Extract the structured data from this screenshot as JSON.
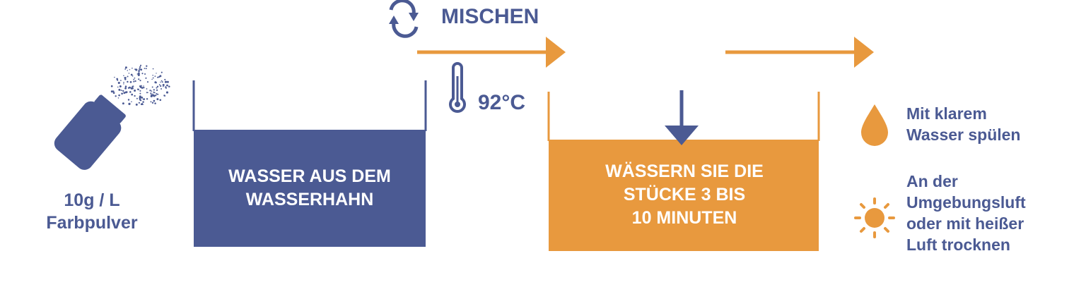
{
  "colors": {
    "blue": "#4b5a93",
    "orange": "#e8993e",
    "white": "#ffffff"
  },
  "icons": [
    "powder-bottle-icon",
    "mix-cycle-icon",
    "thermometer-icon",
    "water-drop-icon",
    "sun-icon"
  ],
  "dosage": {
    "line1": "10g / L",
    "line2": "Farbpulver"
  },
  "mix": {
    "label": "MISCHEN"
  },
  "temperature": {
    "label": "92°C"
  },
  "tap_water_box": {
    "line1": "WASSER AUS DEM",
    "line2": "WASSERHAHN"
  },
  "soak_box": {
    "line1": "WÄSSERN SIE DIE",
    "line2": "STÜCKE 3 BIS",
    "line3": "10 MINUTEN"
  },
  "rinse": {
    "line1": "Mit klarem",
    "line2": "Wasser spülen"
  },
  "dry": {
    "line1": "An der",
    "line2": "Umgebungsluft",
    "line3": "oder mit heißer",
    "line4": "Luft trocknen"
  }
}
